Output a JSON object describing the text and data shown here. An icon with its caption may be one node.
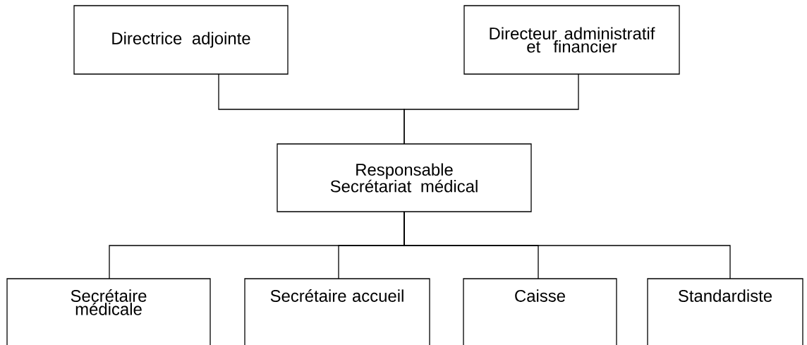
{
  "diagram": {
    "nodes": [
      {
        "text": [
          "Directrice adjointe"
        ]
      },
      {
        "text": [
          "Directeur administratif et financier"
        ]
      },
      {
        "text": [
          "Responsable Secrétariat médical"
        ]
      },
      {
        "text": [
          "Secrétaire médicale"
        ]
      },
      {
        "text": [
          "Secrétaire accueil"
        ]
      },
      {
        "text": [
          "Caisse"
        ]
      },
      {
        "text": [
          "Standardiste"
        ]
      }
    ],
    "edges": [
      {
        "from": 0,
        "to": 2,
        "arrow": "none"
      },
      {
        "from": 1,
        "to": 2,
        "arrow": "none"
      },
      {
        "from": 2,
        "to": 3,
        "arrow": "none"
      },
      {
        "from": 2,
        "to": 4,
        "arrow": "none"
      },
      {
        "from": 2,
        "to": 5,
        "arrow": "none"
      },
      {
        "from": 2,
        "to": 6,
        "arrow": "none"
      }
    ]
  }
}
